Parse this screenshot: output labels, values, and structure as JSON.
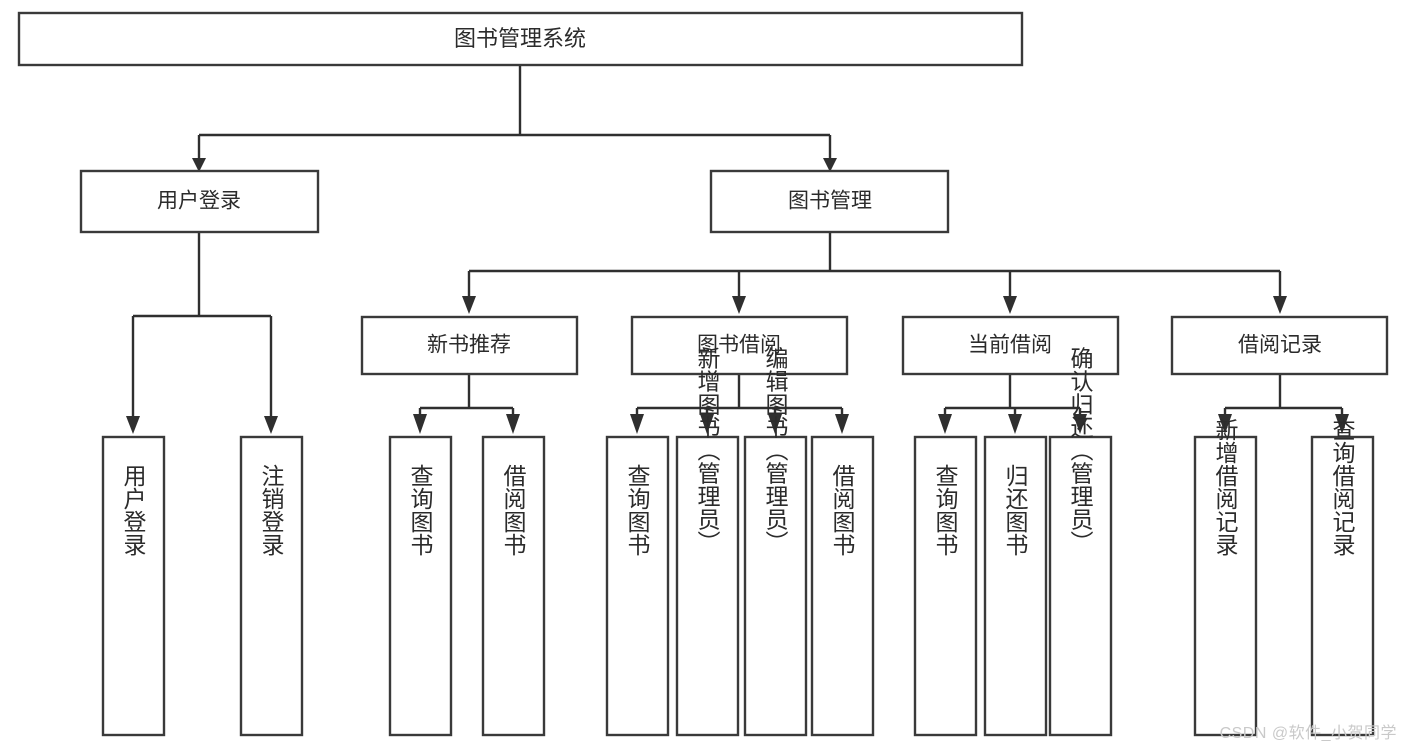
{
  "diagram": {
    "title": "图书管理系统",
    "type": "functional-structure-tree",
    "colors": {
      "background": "#ffffff",
      "box_stroke": "#3a3a3a",
      "box_fill": "#ffffff",
      "connector": "#2f2f2f",
      "text": "#2b2b2b",
      "watermark": "#c9c9c9"
    },
    "root": {
      "label": "图书管理系统"
    },
    "level2": [
      {
        "label": "用户登录"
      },
      {
        "label": "图书管理"
      }
    ],
    "level3": [
      {
        "label": "新书推荐"
      },
      {
        "label": "图书借阅"
      },
      {
        "label": "当前借阅"
      },
      {
        "label": "借阅记录"
      }
    ],
    "leaves": {
      "user_login": [
        {
          "label": "用户登录"
        },
        {
          "label": "注销登录"
        }
      ],
      "new_book": [
        {
          "label": "查询图书"
        },
        {
          "label": "借阅图书"
        }
      ],
      "book_borrow": [
        {
          "label": "查询图书"
        },
        {
          "label": "新增图书（管理员）"
        },
        {
          "label": "编辑图书（管理员）"
        },
        {
          "label": "借阅图书"
        }
      ],
      "current_borrow": [
        {
          "label": "查询图书"
        },
        {
          "label": "归还图书"
        },
        {
          "label": "确认归还（管理员）"
        }
      ],
      "borrow_record": [
        {
          "label": "新增借阅记录"
        },
        {
          "label": "查询借阅记录"
        }
      ]
    }
  },
  "watermark": {
    "text": "CSDN @软件_小贺同学"
  }
}
